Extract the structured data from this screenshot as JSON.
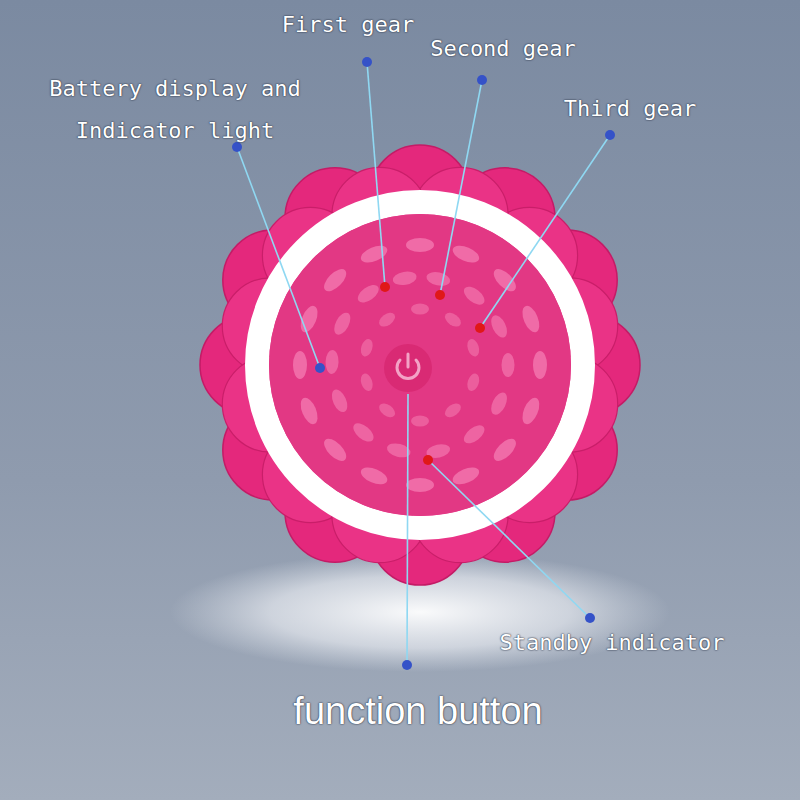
{
  "diagram": {
    "labels": [
      "First gear",
      "Second gear",
      "Battery display and Indicator light",
      "Third gear",
      "Standby indicator",
      "function button"
    ]
  }
}
